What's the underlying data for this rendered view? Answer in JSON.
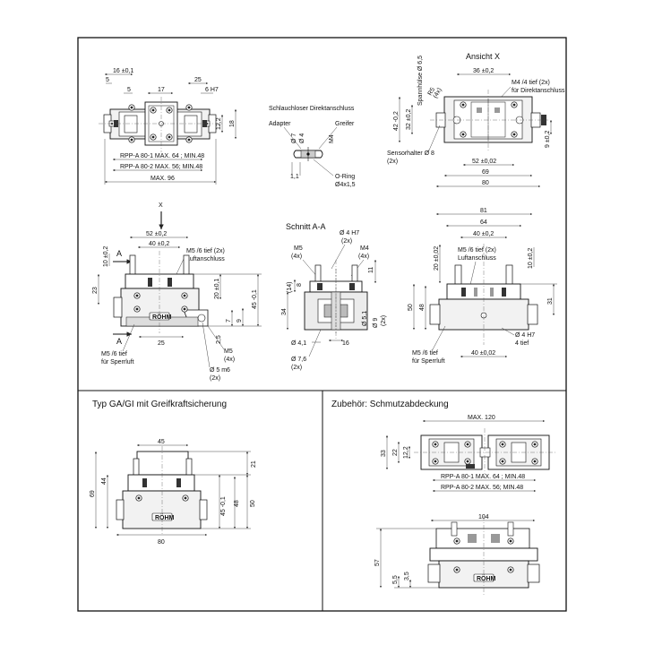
{
  "sections": {
    "ansicht_x": "Ansicht X",
    "schnitt": "Schnitt A-A",
    "typ_ga": "Typ GA/GI mit Greifkraftsicherung",
    "zubehoer": "Zubehör: Schmutzabdeckung"
  },
  "top_left": {
    "d_16": "16 ±0,1",
    "d_5a": "5",
    "d_25": "25",
    "d_5b": "5",
    "d_17": "17",
    "d_6h7": "6 H7",
    "d_12_2": "12,2",
    "d_18": "18",
    "rpp1": "RPP-A 80-1 MAX. 64 ; MIN.48",
    "rpp2": "RPP-A 80-2 MAX. 56; MIN.48",
    "max96": "MAX. 96"
  },
  "detail": {
    "title": "Schlauchloser Direktanschluss",
    "adapter": "Adapter",
    "greifer": "Greifer",
    "d7": "Ø 7",
    "d4": "Ø 4",
    "m4": "M4",
    "d1_1": "1,1",
    "oring": "O-Ring",
    "oring_size": "Ø4x1,5"
  },
  "top_right": {
    "spann": "Spannhülse Ø 6,5",
    "r5": "R5",
    "four": "(4x)",
    "d36": "36 ±0,2",
    "m4_note": "M4 /4 tief (2x)",
    "m4_note2": "für Direktanschluss",
    "d42": "42 -0,2",
    "d32": "32 ±0,2",
    "d9": "9 ±0,2",
    "sensor": "Sensorhalter Ø 8",
    "two": "(2x)",
    "d52": "52 ±0,02",
    "d69": "69",
    "d80": "80"
  },
  "front_left": {
    "x": "X",
    "a_top": "A",
    "a_bot": "A",
    "d52": "52 ±0,2",
    "d40": "40 ±0,2",
    "d10": "10 ±0,2",
    "m5_note": "M5 /6 tief (2x)",
    "luft": "Luftanschluss",
    "d23": "23",
    "d20": "20 ±0,1",
    "d45": "45 -0,1",
    "d9": "9",
    "d2_5": "2,5",
    "d25": "25",
    "d7": "7",
    "m5": "M5",
    "four": "(4x)",
    "m5_sperr": "M5 /6 tief",
    "sperr": "für Sperrluft",
    "d5m6": "Ø 5 m6",
    "two": "(2x)"
  },
  "section_aa": {
    "d4h7": "Ø 4 H7",
    "two_a": "(2x)",
    "m5": "M5",
    "four_a": "(4x)",
    "m4": "M4",
    "four_b": "(4x)",
    "d14": "(14)",
    "d8": "8",
    "d11": "11",
    "d34": "34",
    "d5_1": "Ø 5,1",
    "d9": "Ø 9",
    "two_b": "(2x)",
    "d4_1": "Ø 4,1",
    "d16": "16",
    "d7_6": "Ø 7,6",
    "two_c": "(2x)"
  },
  "front_right": {
    "d81": "81",
    "d64": "64",
    "d40": "40 ±0,2",
    "d20": "20 ±0,02",
    "m5_note": "M5 /6 tief (2x)",
    "luft": "Luftanschluss",
    "d10": "10 ±0,2",
    "d50": "50",
    "d48": "48",
    "d31": "31",
    "d4h7": "Ø 4 H7",
    "tief": "4 tief",
    "m5_sperr": "M5 /6 tief",
    "sperr": "für Sperrluft",
    "d40b": "40 ±0,02"
  },
  "typ_ga": {
    "d45": "45",
    "d21": "21",
    "d44": "44",
    "d69": "69",
    "d45b": "45 -0,1",
    "d48": "48",
    "d50": "50",
    "d80": "80"
  },
  "zubehoer": {
    "max120": "MAX. 120",
    "d33": "33",
    "d22": "22",
    "d12_2": "12,2",
    "rpp1": "RPP-A 80-1 MAX. 64 ; MIN.48",
    "rpp2": "RPP-A 80-2 MAX. 56; MIN.48",
    "d104": "104",
    "d57": "57",
    "d5_5": "5,5",
    "d3_5": "3,5"
  },
  "brand": "RÖHM"
}
